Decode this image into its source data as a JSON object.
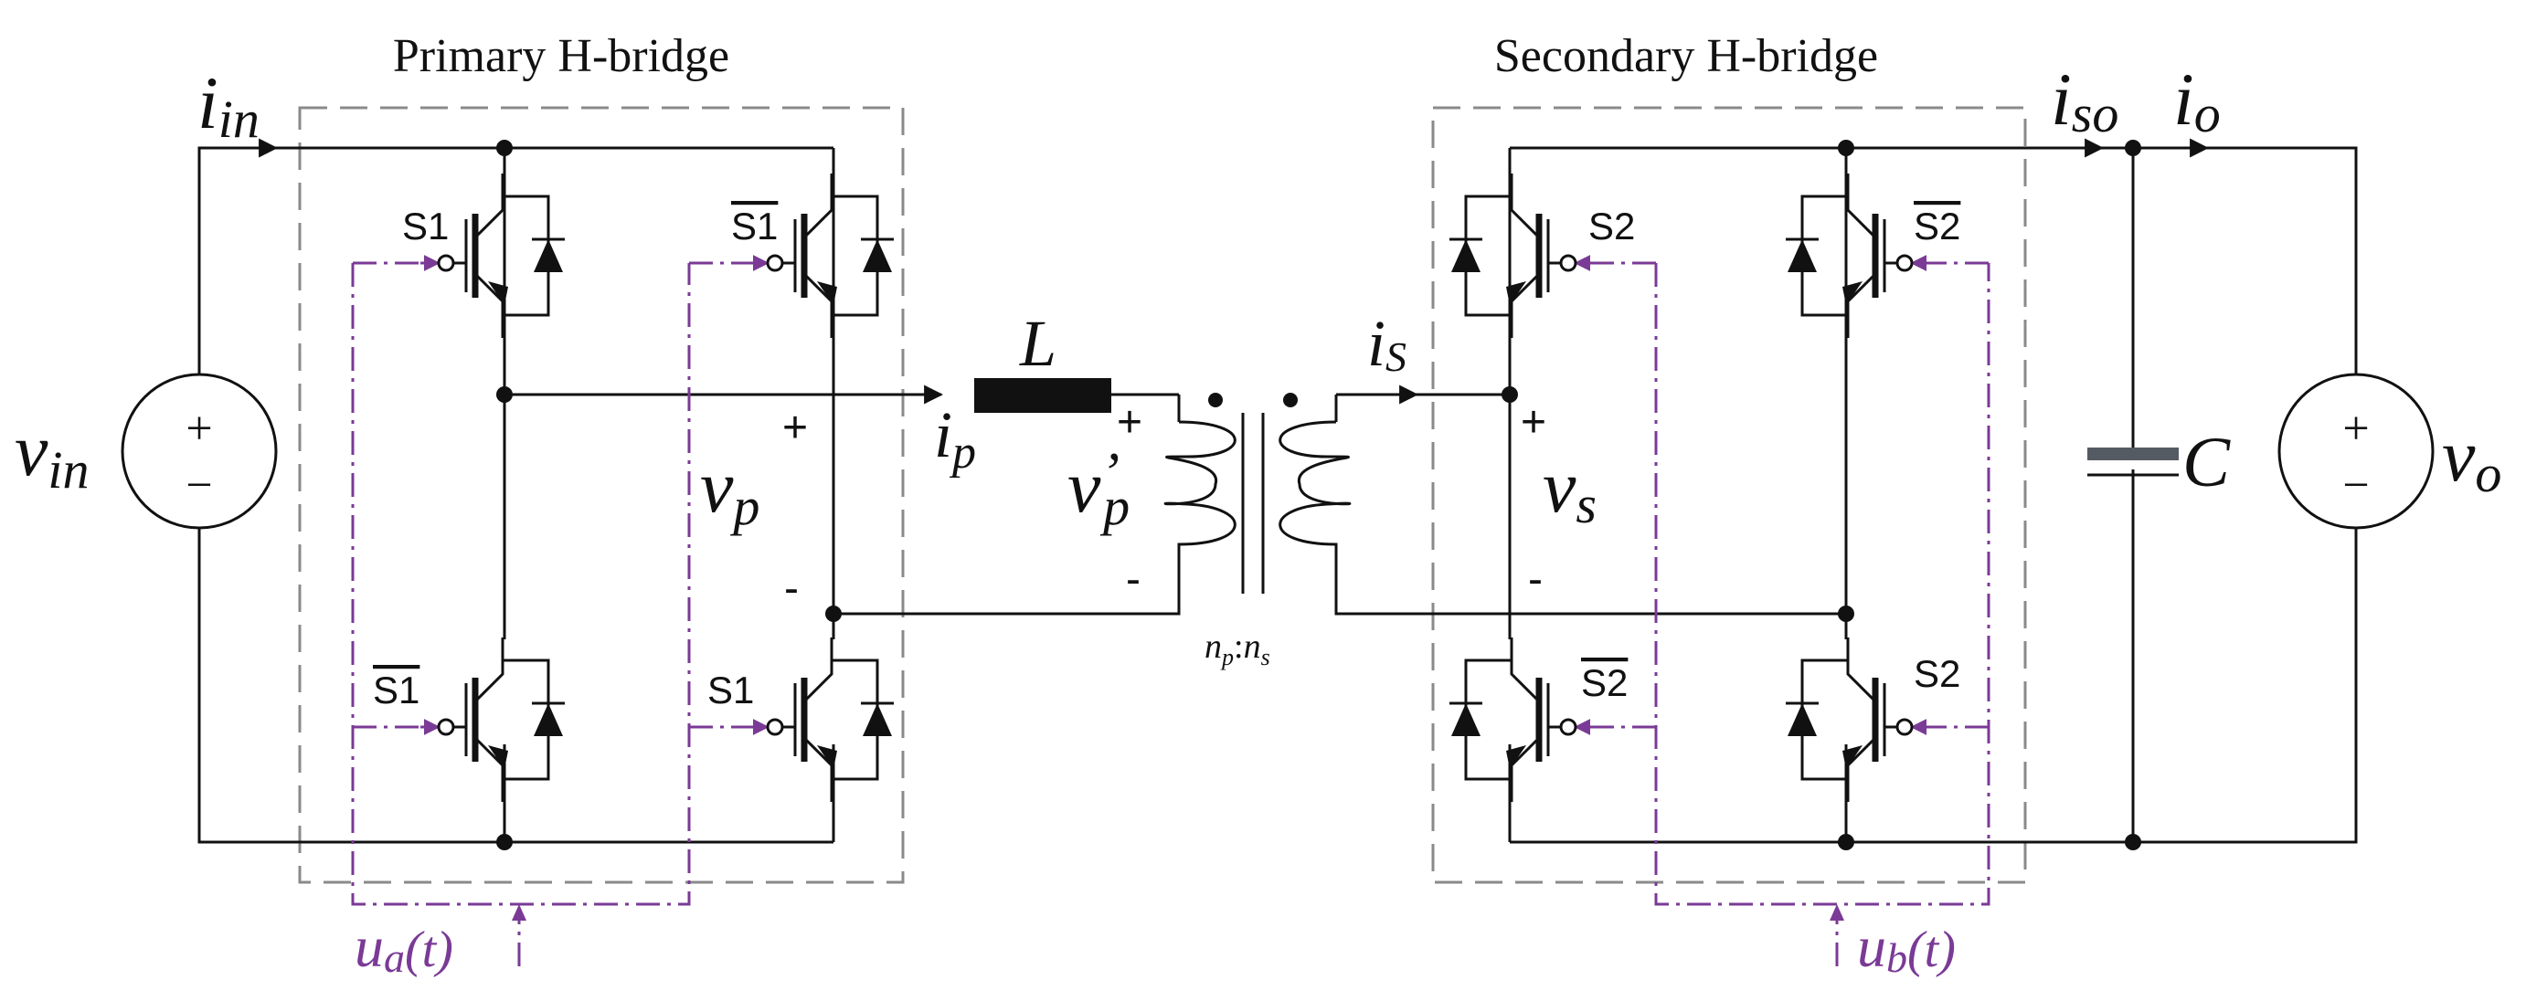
{
  "titles": {
    "primary_bridge": "Primary H-bridge",
    "secondary_bridge": "Secondary H-bridge"
  },
  "labels": {
    "i_in": {
      "base": "i",
      "sub": "in"
    },
    "v_in": {
      "base": "v",
      "sub": "in"
    },
    "i_p": {
      "base": "i",
      "sub": "p"
    },
    "v_p": {
      "base": "v",
      "sub": "p"
    },
    "v_p_prime": {
      "base": "v",
      "sub": "p",
      "prime": "’"
    },
    "L": "L",
    "i_s": {
      "base": "i",
      "sub": "S"
    },
    "v_s": {
      "base": "v",
      "sub": "s"
    },
    "i_so": {
      "base": "i",
      "sub": "so"
    },
    "i_o": {
      "base": "i",
      "sub": "o"
    },
    "C": "C",
    "v_o": {
      "base": "v",
      "sub": "o"
    },
    "ratio": {
      "np_base": "n",
      "np_sub": "p",
      "sep": ":",
      "ns_base": "n",
      "ns_sub": "s"
    },
    "u_a": {
      "base": "u",
      "sub": "a",
      "arg": "(t)"
    },
    "u_b": {
      "base": "u",
      "sub": "b",
      "arg": "(t)"
    }
  },
  "polarity": {
    "plus": "+",
    "minus": "-",
    "src_plus": "+",
    "src_minus": "−"
  },
  "switches": {
    "s1": "S1",
    "s1_bar": "S1",
    "s2": "S2",
    "s2_bar": "S2"
  },
  "colors": {
    "wire": "#111111",
    "box": "#8a8a8a",
    "control": "#7a3a96",
    "capacitor": "#555b63"
  }
}
